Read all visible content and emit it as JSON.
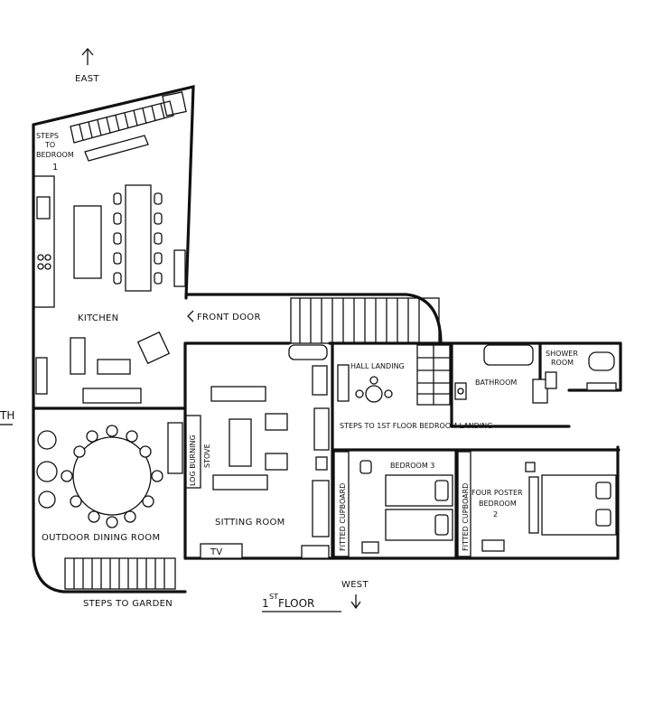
{
  "compass": {
    "east": "EAST",
    "west": "WEST",
    "north_partial": "TH"
  },
  "floor_title": "1ST FLOOR",
  "floor_title_parts": {
    "num": "1",
    "sup": "ST",
    "rest": " FLOOR"
  },
  "rooms": {
    "kitchen": "KITCHEN",
    "front_door": "FRONT DOOR",
    "sitting_room": "SITTING ROOM",
    "outdoor_dining_room": "OUTDOOR DINING ROOM",
    "hall_landing": "HALL LANDING",
    "bathroom": "BATHROOM",
    "shower_room_1": "SHOWER",
    "shower_room_2": "ROOM",
    "bedroom_3": "BEDROOM 3",
    "four_poster_1": "FOUR POSTER",
    "four_poster_2": "BEDROOM",
    "four_poster_3": "2",
    "log_burning_stove_1": "LOG BURNING",
    "log_burning_stove_2": "STOVE",
    "tv": "TV",
    "fitted_cupboard_a": "FITTED CUPBOARD",
    "fitted_cupboard_b": "FITTED CUPBOARD"
  },
  "stairs": {
    "steps_to_bedroom_1": "STEPS",
    "steps_to_bedroom_2": "TO",
    "steps_to_bedroom_3": "BEDROOM",
    "steps_to_bedroom_4": "1",
    "steps_to_landing": "STEPS TO 1ST FLOOR BEDROOM LANDING",
    "steps_to_garden": "STEPS TO GARDEN"
  },
  "symbols": {
    "north_arrow": "up-arrow-icon",
    "down_arrow": "down-arrow-icon",
    "front_door_arrow": "left-arrow-icon"
  },
  "colors": {
    "ink": "#111111",
    "paper": "#ffffff"
  }
}
